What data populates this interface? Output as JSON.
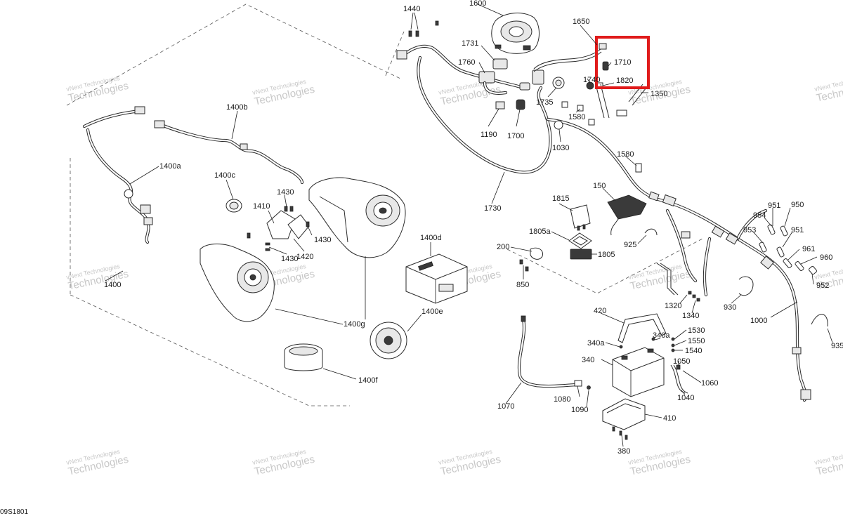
{
  "diagram_ref": "09S1801",
  "watermark": {
    "line1": "vNext Technologies",
    "line2": "Technologies"
  },
  "highlight": {
    "color": "#e01b1b"
  },
  "labels": [
    {
      "id": "1440",
      "text": "1440"
    },
    {
      "id": "1600",
      "text": "1600"
    },
    {
      "id": "1650",
      "text": "1650"
    },
    {
      "id": "1731",
      "text": "1731"
    },
    {
      "id": "1710",
      "text": "1710"
    },
    {
      "id": "1760",
      "text": "1760"
    },
    {
      "id": "1740",
      "text": "1740"
    },
    {
      "id": "1820",
      "text": "1820"
    },
    {
      "id": "1350",
      "text": "1350"
    },
    {
      "id": "1735",
      "text": "1735"
    },
    {
      "id": "1580a",
      "text": "1580"
    },
    {
      "id": "1190",
      "text": "1190"
    },
    {
      "id": "1700",
      "text": "1700"
    },
    {
      "id": "1030",
      "text": "1030"
    },
    {
      "id": "1580b",
      "text": "1580"
    },
    {
      "id": "1400b",
      "text": "1400b"
    },
    {
      "id": "1400a",
      "text": "1400a"
    },
    {
      "id": "1400c",
      "text": "1400c"
    },
    {
      "id": "1430a",
      "text": "1430"
    },
    {
      "id": "1410",
      "text": "1410"
    },
    {
      "id": "1430b",
      "text": "1430"
    },
    {
      "id": "1420",
      "text": "1420"
    },
    {
      "id": "1430c",
      "text": "1430"
    },
    {
      "id": "1400",
      "text": "1400"
    },
    {
      "id": "1730",
      "text": "1730"
    },
    {
      "id": "1815",
      "text": "1815"
    },
    {
      "id": "150",
      "text": "150"
    },
    {
      "id": "1805a",
      "text": "1805a"
    },
    {
      "id": "1805",
      "text": "1805"
    },
    {
      "id": "925",
      "text": "925"
    },
    {
      "id": "200",
      "text": "200"
    },
    {
      "id": "850",
      "text": "850"
    },
    {
      "id": "1400d",
      "text": "1400d"
    },
    {
      "id": "951a",
      "text": "951"
    },
    {
      "id": "950",
      "text": "950"
    },
    {
      "id": "954",
      "text": "954"
    },
    {
      "id": "953",
      "text": "953"
    },
    {
      "id": "951b",
      "text": "951"
    },
    {
      "id": "961",
      "text": "961"
    },
    {
      "id": "960",
      "text": "960"
    },
    {
      "id": "952",
      "text": "952"
    },
    {
      "id": "930",
      "text": "930"
    },
    {
      "id": "1320",
      "text": "1320"
    },
    {
      "id": "1340",
      "text": "1340"
    },
    {
      "id": "1000",
      "text": "1000"
    },
    {
      "id": "935",
      "text": "935"
    },
    {
      "id": "1400g",
      "text": "1400g"
    },
    {
      "id": "1400e",
      "text": "1400e"
    },
    {
      "id": "1400f",
      "text": "1400f"
    },
    {
      "id": "420",
      "text": "420"
    },
    {
      "id": "340a1",
      "text": "340a"
    },
    {
      "id": "340a2",
      "text": "340a"
    },
    {
      "id": "1530",
      "text": "1530"
    },
    {
      "id": "1550",
      "text": "1550"
    },
    {
      "id": "1540",
      "text": "1540"
    },
    {
      "id": "340",
      "text": "340"
    },
    {
      "id": "1050",
      "text": "1050"
    },
    {
      "id": "1060",
      "text": "1060"
    },
    {
      "id": "1040",
      "text": "1040"
    },
    {
      "id": "1070",
      "text": "1070"
    },
    {
      "id": "1080",
      "text": "1080"
    },
    {
      "id": "1090",
      "text": "1090"
    },
    {
      "id": "410",
      "text": "410"
    },
    {
      "id": "380",
      "text": "380"
    }
  ]
}
